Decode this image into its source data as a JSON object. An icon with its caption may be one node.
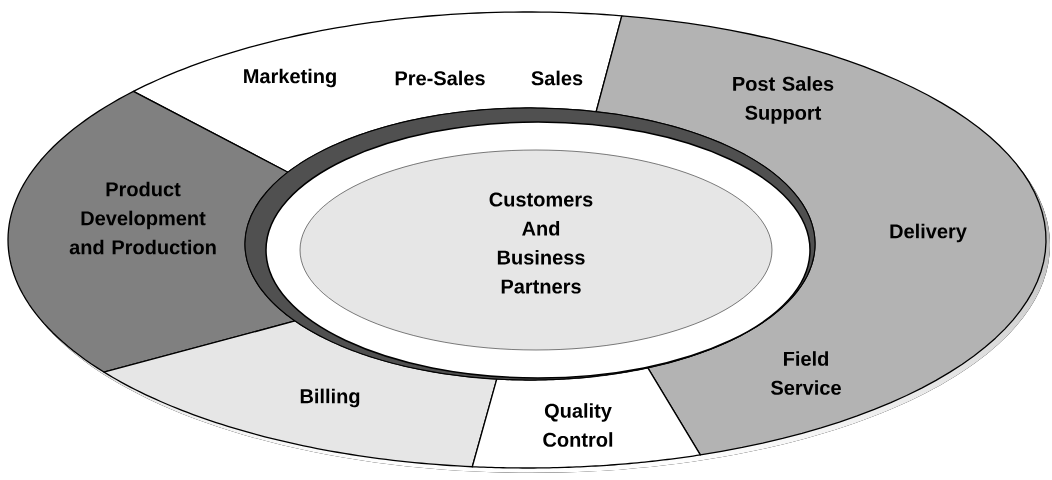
{
  "diagram": {
    "nodes": [
      {
        "text": [
          "Marketing",
          "Pre-Sales",
          "Sales"
        ]
      },
      {
        "text": [
          "Post Sales Support",
          "Delivery",
          "Field Service"
        ]
      },
      {
        "text": [
          "Product Development and Production"
        ]
      },
      {
        "text": [
          "Customers And Business Partners"
        ]
      },
      {
        "text": [
          "Billing"
        ]
      },
      {
        "text": [
          "Quality Control"
        ]
      }
    ]
  }
}
